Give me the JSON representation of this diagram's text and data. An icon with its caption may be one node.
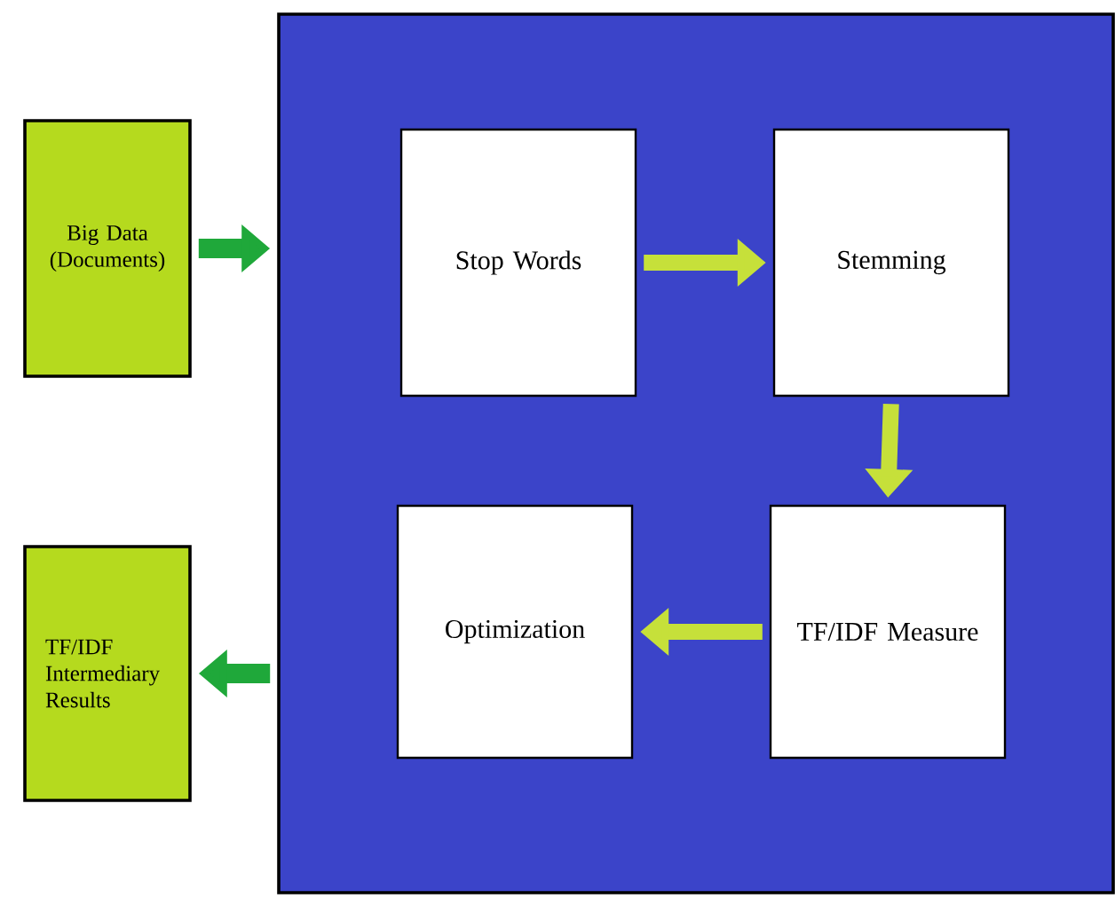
{
  "diagram": {
    "nodes": [
      {
        "text": [
          "Big Data (Documents)"
        ]
      },
      {
        "text": [],
        "shape": "box"
      },
      {
        "text": [
          "Stop Words"
        ],
        "in": 1
      },
      {
        "text": [
          "Stemming"
        ],
        "in": 1
      },
      {
        "text": [
          "TF/IDF Measure"
        ],
        "in": 1
      },
      {
        "text": [
          "Optimization"
        ],
        "in": 1
      },
      {
        "text": [
          "TF/IDF Intermediary Results"
        ]
      }
    ],
    "edges": [
      {
        "from": 0,
        "to": 1,
        "arrow": "to",
        "color": "#1fa83a"
      },
      {
        "from": 2,
        "to": 3,
        "arrow": "to"
      },
      {
        "from": 3,
        "to": 4,
        "arrow": "to"
      },
      {
        "from": 4,
        "to": 5,
        "arrow": "to"
      },
      {
        "from": 1,
        "to": 6,
        "arrow": "to",
        "color": "#1fa83a"
      }
    ]
  }
}
